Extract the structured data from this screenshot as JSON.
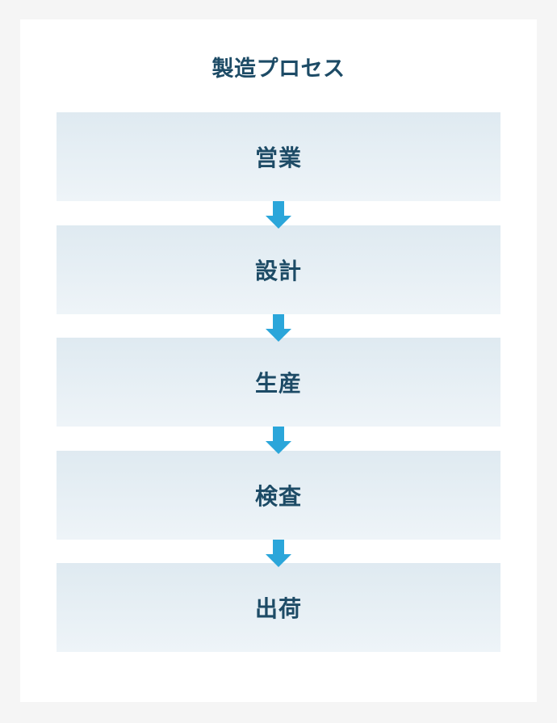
{
  "diagram": {
    "title": "製造プロセス",
    "type": "vertical-flow",
    "arrow_color": "#2ba6da",
    "text_color": "#1d4b66",
    "box_gradient": [
      "#dfeaf1",
      "#eef4f8"
    ],
    "steps": [
      {
        "label": "営業"
      },
      {
        "label": "設計"
      },
      {
        "label": "生産"
      },
      {
        "label": "検査"
      },
      {
        "label": "出荷"
      }
    ],
    "connectors": [
      {
        "from": "営業",
        "to": "設計",
        "icon": "down-arrow-icon"
      },
      {
        "from": "設計",
        "to": "生産",
        "icon": "down-arrow-icon"
      },
      {
        "from": "生産",
        "to": "検査",
        "icon": "down-arrow-icon"
      },
      {
        "from": "検査",
        "to": "出荷",
        "icon": "down-arrow-icon"
      }
    ]
  }
}
